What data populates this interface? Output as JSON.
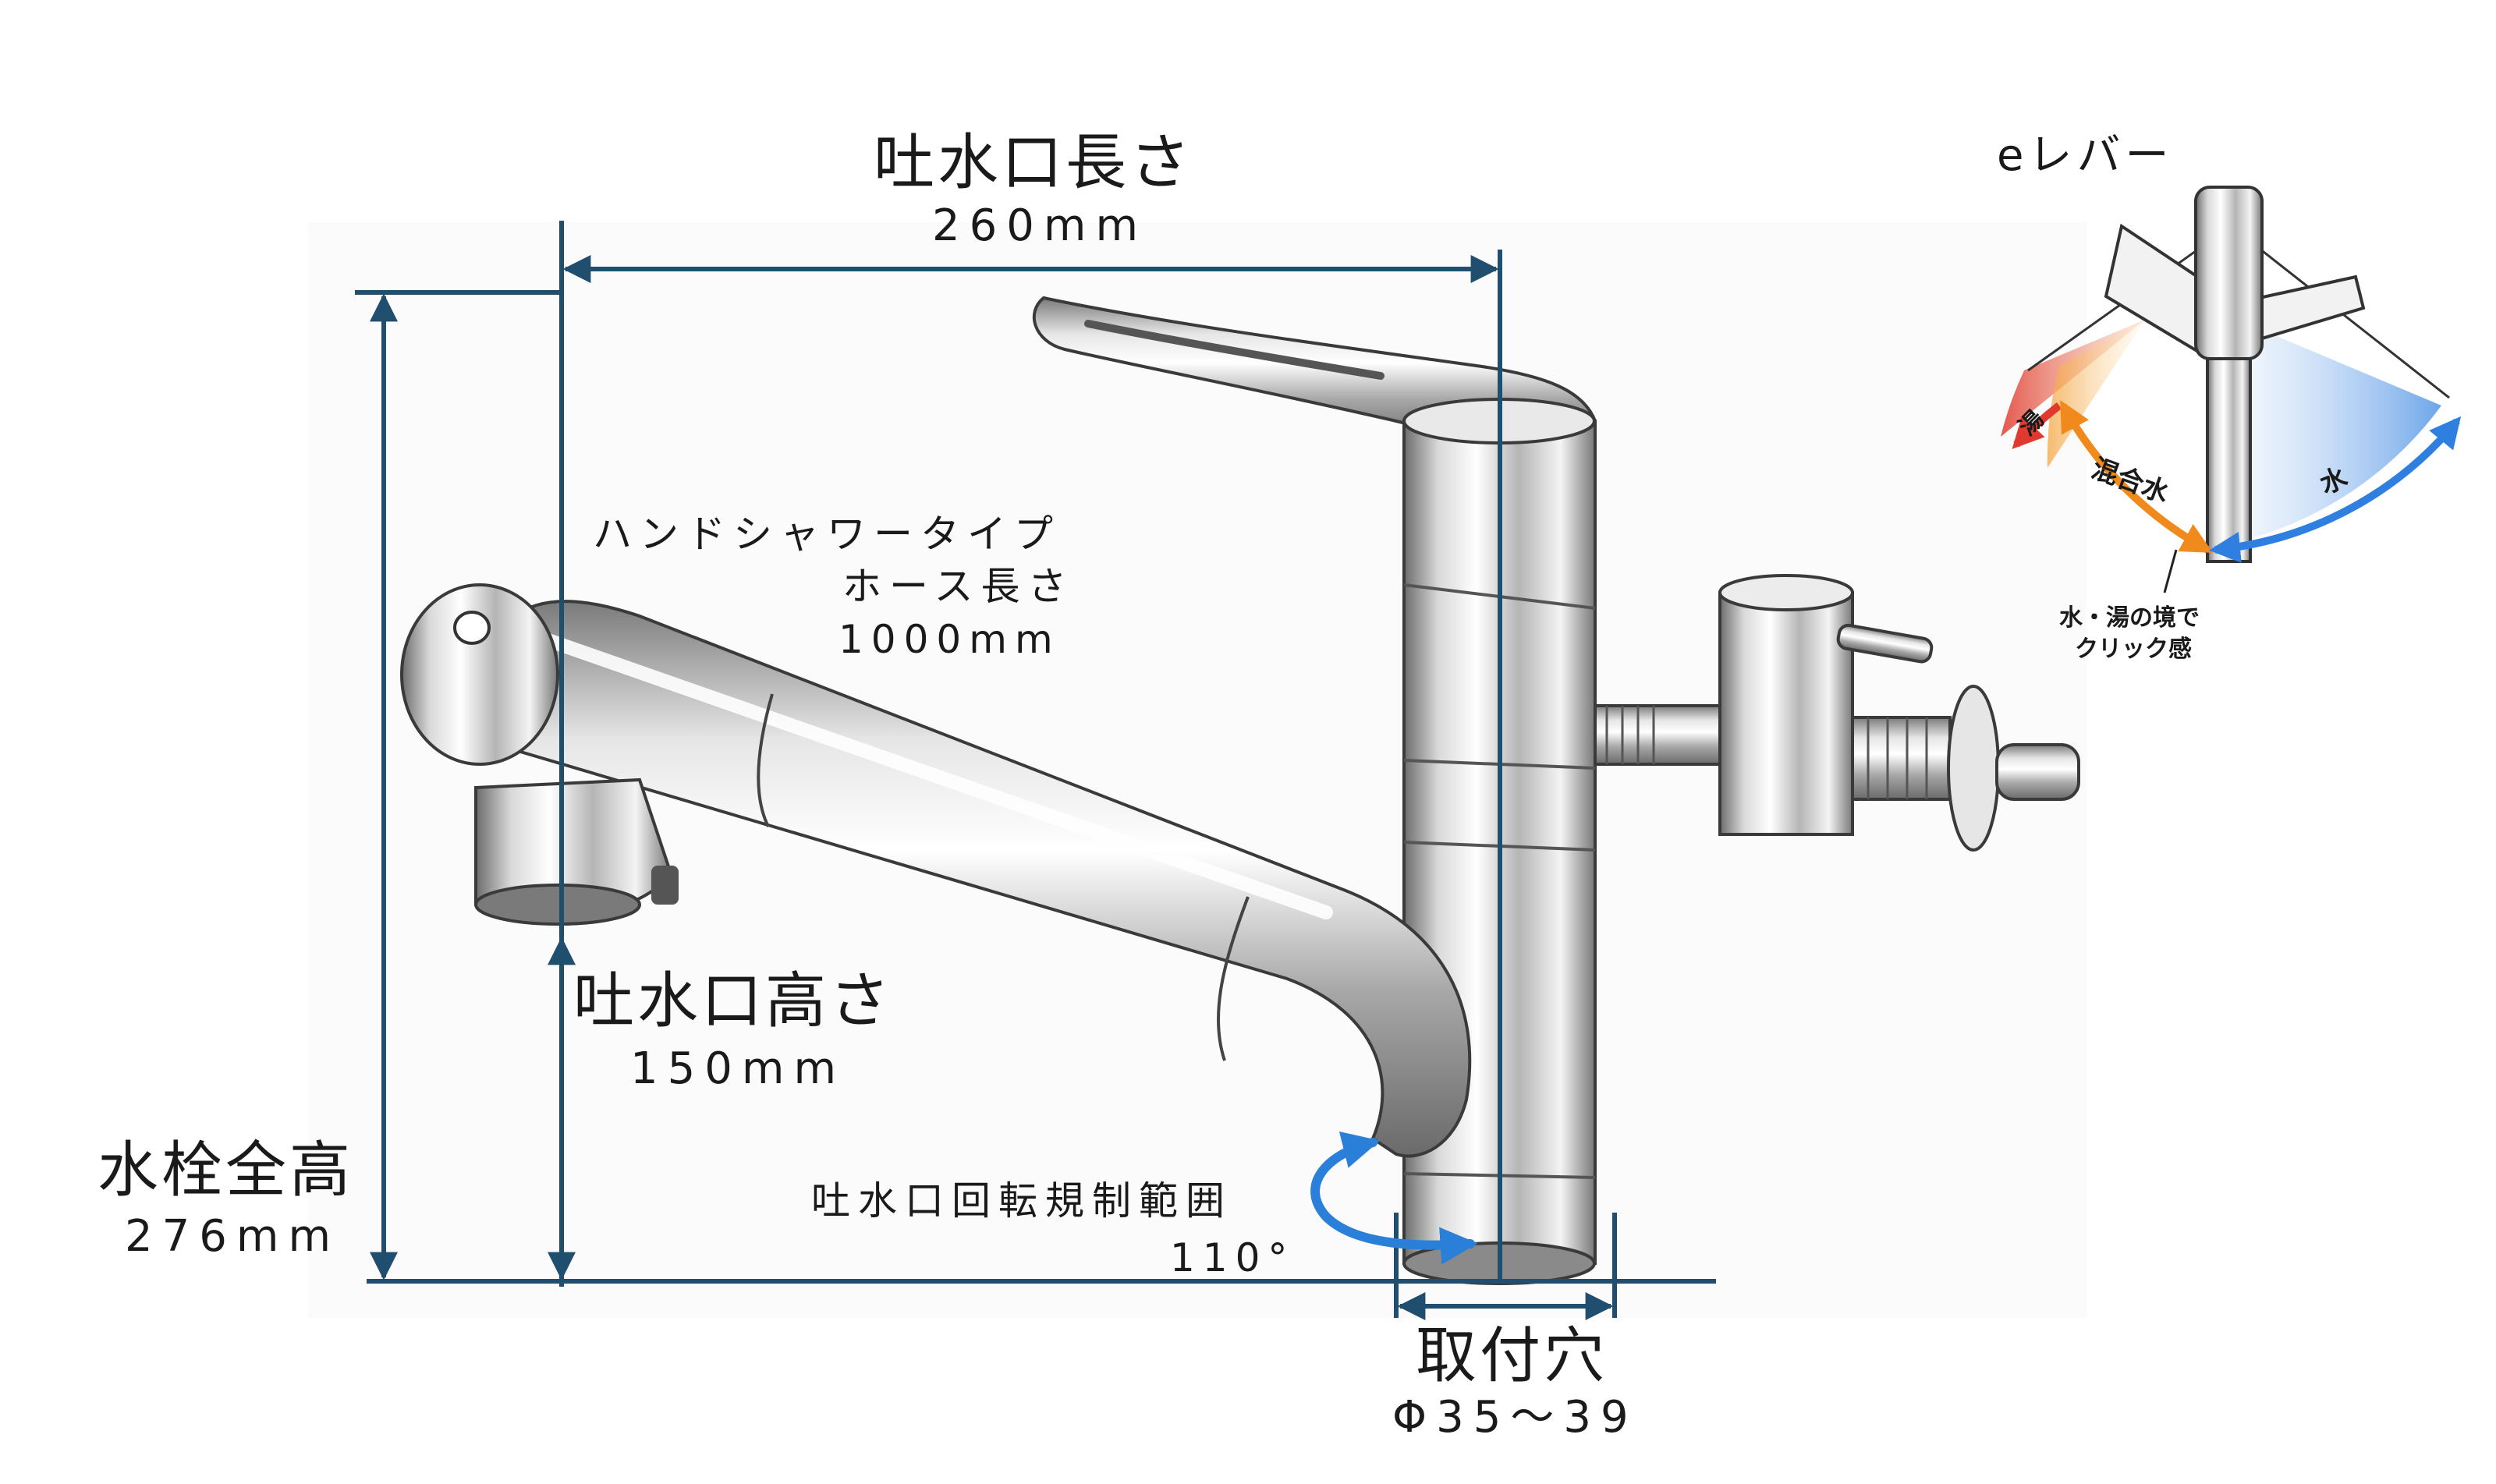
{
  "dimensions": {
    "spout_length": {
      "title": "吐水口長さ",
      "value": "260mm"
    },
    "total_height": {
      "title": "水栓全高",
      "value": "276mm"
    },
    "spout_height": {
      "title": "吐水口高さ",
      "value": "150mm"
    },
    "hose_length": {
      "line1": "ハンドシャワータイプ",
      "line2": "ホース長さ",
      "value": "1000mm"
    },
    "rotation": {
      "title": "吐水口回転規制範囲",
      "value": "110°"
    },
    "mount_hole": {
      "title": "取付穴",
      "value": "Φ35～39"
    }
  },
  "lever_inset": {
    "title": "eレバー",
    "zones": {
      "hot": "湯",
      "mixed": "混合水",
      "cold": "水"
    },
    "note_line1": "水・湯の境で",
    "note_line2": "クリック感",
    "colors": {
      "hot": "#e03a2f",
      "mixed": "#f5a640",
      "cold": "#2f7fe0"
    }
  },
  "colors": {
    "dimension_line": "#1f4e6e",
    "rotation_arrow": "#2a7fd8"
  }
}
